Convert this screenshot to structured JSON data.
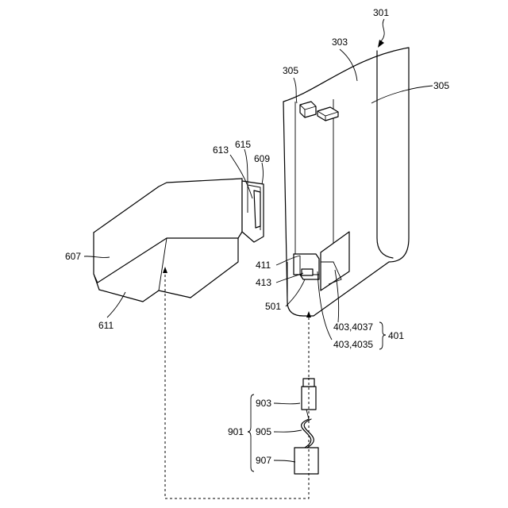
{
  "labels": {
    "l301": "301",
    "l303": "303",
    "l305a": "305",
    "l305b": "305",
    "l613": "613",
    "l615": "615",
    "l609": "609",
    "l607": "607",
    "l611": "611",
    "l411": "411",
    "l413": "413",
    "l501": "501",
    "l4034037": "403,4037",
    "l4034035": "403,4035",
    "l401": "401",
    "l903": "903",
    "l901": "901",
    "l905": "905",
    "l907": "907"
  }
}
